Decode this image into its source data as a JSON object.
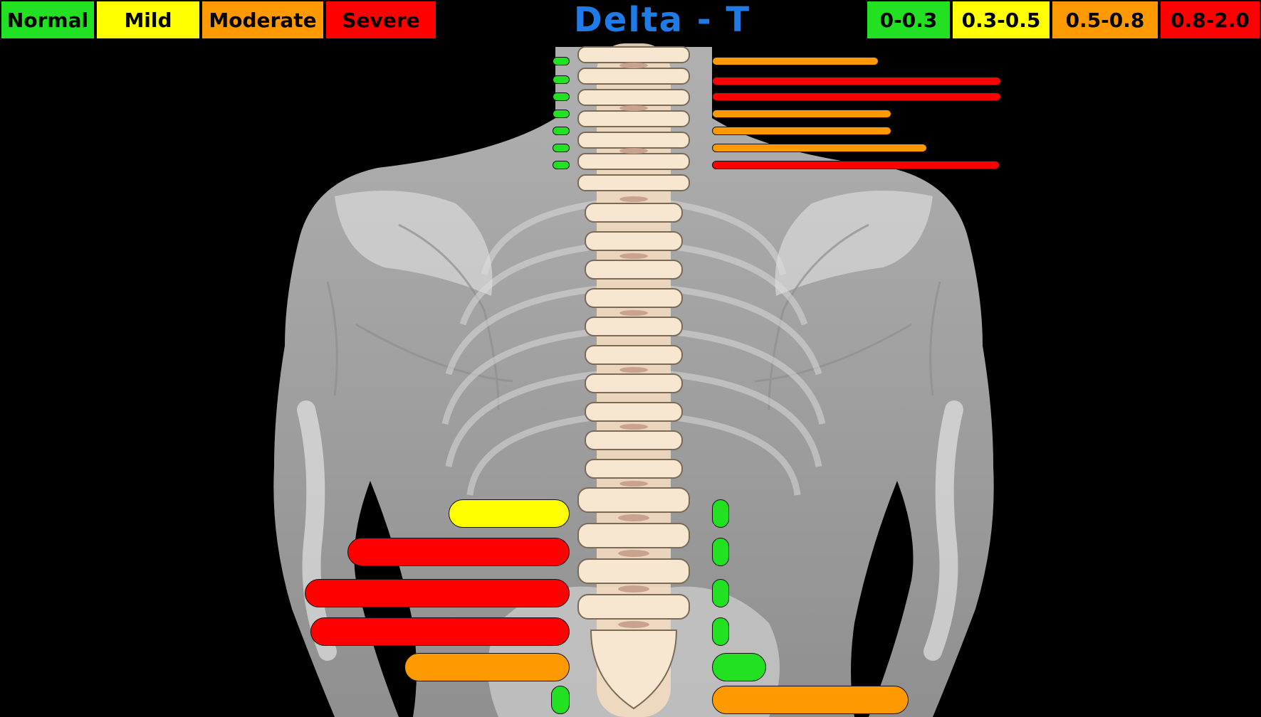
{
  "title": "Delta - T",
  "severity_legend": [
    {
      "label": "Normal",
      "color": "#22E022"
    },
    {
      "label": "Mild",
      "color": "#FFFF00"
    },
    {
      "label": "Moderate",
      "color": "#FF9900"
    },
    {
      "label": "Severe",
      "color": "#FF0000"
    }
  ],
  "range_legend": [
    {
      "label": "0-0.3",
      "color": "#22E022"
    },
    {
      "label": "0.3-0.5",
      "color": "#FFFF00"
    },
    {
      "label": "0.5-0.8",
      "color": "#FF9900"
    },
    {
      "label": "0.8-2.0",
      "color": "#FF0000"
    }
  ],
  "cervical_readings": {
    "left": [
      "normal",
      "normal",
      "normal",
      "normal",
      "normal",
      "normal",
      "normal"
    ],
    "right": [
      "moderate",
      "severe",
      "severe",
      "moderate",
      "moderate",
      "moderate",
      "severe"
    ]
  },
  "lumbar_readings": {
    "left": [
      "mild",
      "severe",
      "severe",
      "severe",
      "moderate",
      "normal"
    ],
    "right": [
      "normal",
      "normal",
      "normal",
      "normal",
      "normal",
      "moderate"
    ]
  }
}
